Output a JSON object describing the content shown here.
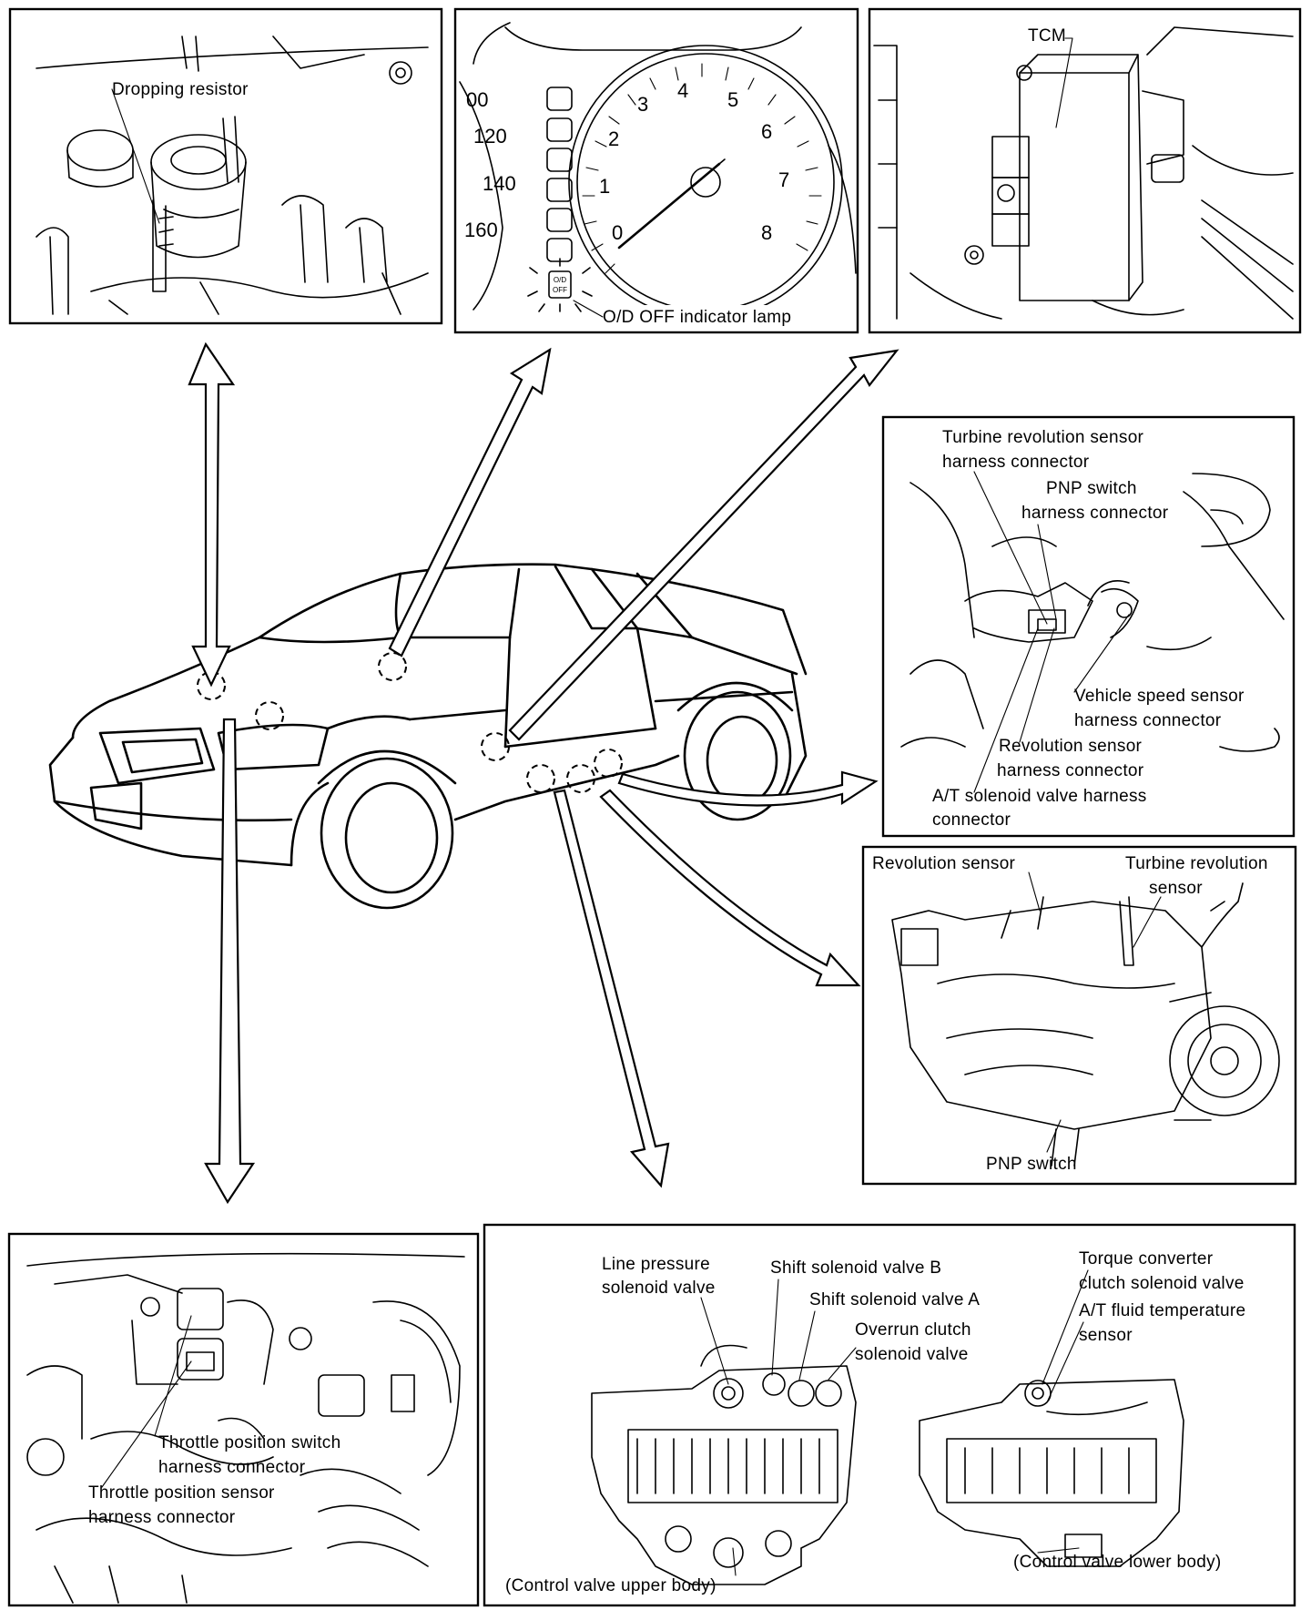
{
  "panels": {
    "dropping_resistor": {
      "label": "Dropping resistor"
    },
    "od_lamp": {
      "label": "O/D OFF indicator lamp",
      "speed_ticks": [
        "00",
        "120",
        "140",
        "160"
      ],
      "rpm_ticks": [
        "0",
        "1",
        "2",
        "3",
        "4",
        "5",
        "6",
        "7",
        "8"
      ],
      "lamp_text": [
        "O/D",
        "OFF"
      ]
    },
    "tcm": {
      "label": "TCM"
    },
    "connectors": {
      "turbine_label": [
        "Turbine revolution sensor",
        "harness connector"
      ],
      "pnp_label": [
        "PNP switch",
        "harness connector"
      ],
      "vehicle_speed_label": [
        "Vehicle speed sensor",
        "harness connector"
      ],
      "revolution_label": [
        "Revolution sensor",
        "harness connector"
      ],
      "solenoid_label": [
        "A/T solenoid valve harness",
        "connector"
      ]
    },
    "transmission": {
      "revolution_label": "Revolution sensor",
      "turbine_label": [
        "Turbine revolution",
        "sensor"
      ],
      "pnp_label": "PNP switch"
    },
    "throttle": {
      "switch_label": [
        "Throttle position switch",
        "harness connector"
      ],
      "sensor_label": [
        "Throttle position sensor",
        "harness connector"
      ]
    },
    "control_valve": {
      "line_pressure_label": [
        "Line pressure",
        "solenoid valve"
      ],
      "shift_b_label": "Shift solenoid valve B",
      "shift_a_label": "Shift solenoid valve A",
      "overrun_label": [
        "Overrun clutch",
        "solenoid valve"
      ],
      "torque_label": [
        "Torque converter",
        "clutch solenoid valve"
      ],
      "fluid_temp_label": [
        "A/T fluid temperature",
        "sensor"
      ],
      "upper_caption": "(Control valve upper body)",
      "lower_caption": "(Control valve lower body)"
    }
  }
}
